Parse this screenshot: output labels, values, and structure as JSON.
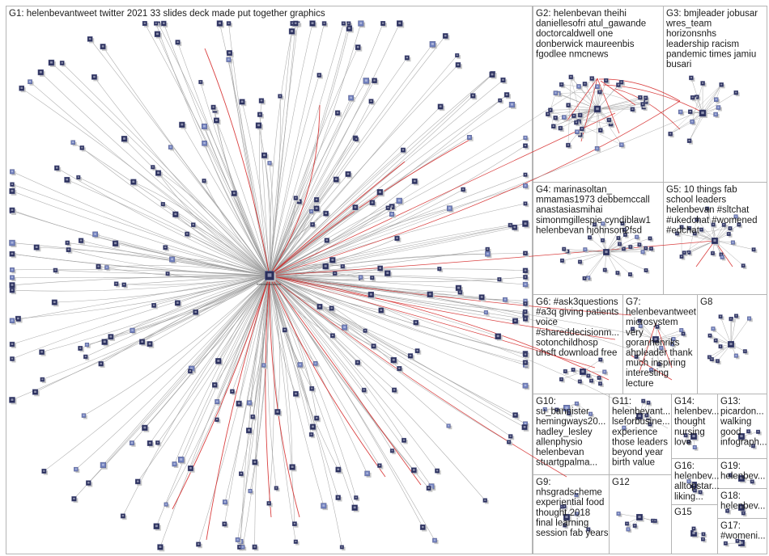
{
  "groups": [
    {
      "id": "G1",
      "lines": [
        "G1: helenbevantweet twitter 2021 33 slides deck made put together graphics"
      ]
    },
    {
      "id": "G2",
      "lines": [
        "G2: helenbevan theihi",
        "daniellesofri atul_gawande",
        "doctorcaldwell one",
        "donberwick maureenbis",
        "fgodlee nmcnews"
      ]
    },
    {
      "id": "G3",
      "lines": [
        "G3: bmjleader jobusar",
        "wres_team",
        "horizonsnhs",
        "leadership racism",
        "pandemic times jamiu",
        "busari"
      ]
    },
    {
      "id": "G4",
      "lines": [
        "G4: marinasoltan_",
        "mmamas1973 debbemccall",
        "anastasiasmihai",
        "simonmgillespie cyndiblaw1",
        "helenbevan hjohnson2fsd"
      ]
    },
    {
      "id": "G5",
      "lines": [
        "G5: 10 things fab",
        "school leaders",
        "helenbevan #sltchat",
        "#ukedchat #womened",
        "#edchat"
      ]
    },
    {
      "id": "G6",
      "lines": [
        "G6: #ask3questions",
        "#a3q giving patients",
        "voice",
        "#shareddecisionm...",
        "sotonchildhosp",
        "uhsft download free"
      ]
    },
    {
      "id": "G7",
      "lines": [
        "G7:",
        "helenbevantweet",
        "microsystem",
        "very",
        "goranhenriks",
        "ahpleader thank",
        "much inspiring",
        "interesting",
        "lecture"
      ]
    },
    {
      "id": "G8",
      "lines": [
        "G8"
      ]
    },
    {
      "id": "G9",
      "lines": [
        "G9:",
        "nhsgradscheme",
        "experiential food",
        "thought 2018",
        "final learning",
        "session fab years"
      ]
    },
    {
      "id": "G10",
      "lines": [
        "G10:",
        "su_bannister",
        "hemingways20...",
        "hadley_lesley",
        "allenphysio",
        "helenbevan",
        "stuartgpalma..."
      ]
    },
    {
      "id": "G11",
      "lines": [
        "G11:",
        "helenbevant...",
        "lseforbusine...",
        "experience",
        "those leaders",
        "beyond year",
        "birth value"
      ]
    },
    {
      "id": "G12",
      "lines": [
        "G12"
      ]
    },
    {
      "id": "G13",
      "lines": [
        "G13:",
        "picardon...",
        "walking",
        "good",
        "infograph..."
      ]
    },
    {
      "id": "G14",
      "lines": [
        "G14:",
        "helenbev...",
        "thought",
        "nursing",
        "love"
      ]
    },
    {
      "id": "G15",
      "lines": [
        "G15"
      ]
    },
    {
      "id": "G16",
      "lines": [
        "G16:",
        "helenbev...",
        "alltopstar...",
        "liking..."
      ]
    },
    {
      "id": "G17",
      "lines": [
        "G17:",
        "#womeni..."
      ]
    },
    {
      "id": "G18",
      "lines": [
        "G18:",
        "helenbev..."
      ]
    },
    {
      "id": "G19",
      "lines": [
        "G19:",
        "helenbev..."
      ]
    }
  ],
  "hub_label": "helenbevantweet",
  "colors": {
    "edge_gray": "#9a9a9a",
    "edge_red": "#d42020",
    "panel_border": "#b5b5b5",
    "node_fill": "#2a2f5c",
    "node_accent": "#6f7fbd",
    "shadow": "#c8c8c8",
    "text": "#1a1a1a"
  }
}
